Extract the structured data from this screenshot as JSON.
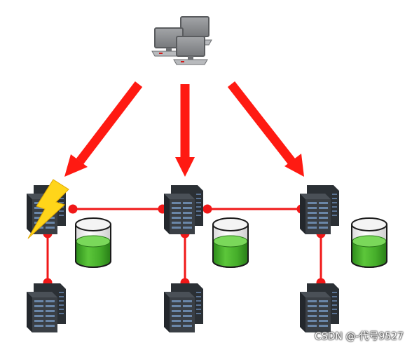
{
  "watermark": {
    "text": "CSDN @-代号9527"
  },
  "colors": {
    "arrow": "#ff1a12",
    "link": "#f01818",
    "server_body": "#3a3f45",
    "server_dark": "#23272c",
    "drive_light": "#6a86a8",
    "disk_green": "#46b52a",
    "client_gray": "#8d8f92",
    "lightning": "#ffd51a"
  },
  "diagram": {
    "client_group": {
      "icon": "client-workstations-icon"
    },
    "clusters": [
      {
        "primary_server": {
          "icon": "server-rack-icon",
          "status": "failed"
        },
        "storage": {
          "icon": "database-icon"
        },
        "replica_server": {
          "icon": "server-rack-icon"
        }
      },
      {
        "primary_server": {
          "icon": "server-rack-icon",
          "status": "ok"
        },
        "storage": {
          "icon": "database-icon"
        },
        "replica_server": {
          "icon": "server-rack-icon"
        }
      },
      {
        "primary_server": {
          "icon": "server-rack-icon",
          "status": "ok"
        },
        "storage": {
          "icon": "database-icon"
        },
        "replica_server": {
          "icon": "server-rack-icon"
        }
      }
    ],
    "failure_icon": "lightning-bolt-icon"
  }
}
